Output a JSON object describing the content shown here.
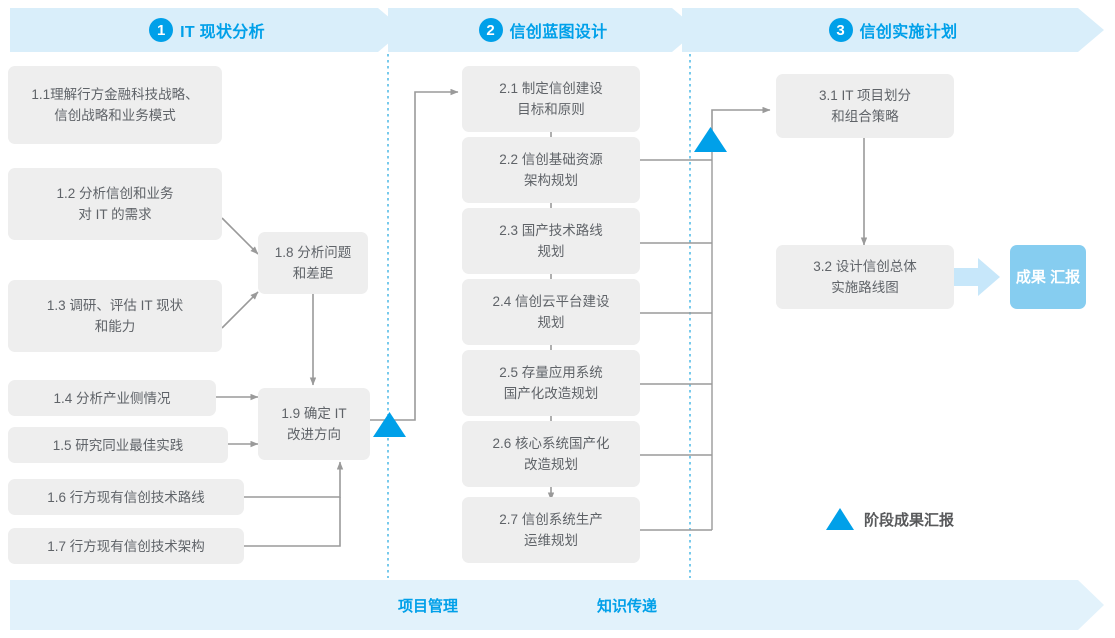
{
  "diagram": {
    "title_implicit": "",
    "colors": {
      "accent_blue": "#00a0e9",
      "band_fill": "#d9eefa",
      "node_fill": "#eeeeee",
      "node_text": "#5f6368",
      "result_fill": "#86cdf0",
      "connector": "#9a9a9a",
      "divider": "#3fb3e3"
    }
  },
  "phases": [
    {
      "number": "1",
      "label": "IT 现状分析"
    },
    {
      "number": "2",
      "label": "信创蓝图设计"
    },
    {
      "number": "3",
      "label": "信创实施计划"
    }
  ],
  "nodes": {
    "n11": "1.1理解行方金融科技战略、信创战略和业务模式",
    "n11_l1": "1.1理解行方金融科技战略、",
    "n11_l2": "信创战略和业务模式",
    "n12_l1": "1.2 分析信创和业务",
    "n12_l2": "对 IT 的需求",
    "n13_l1": "1.3 调研、评估 IT 现状",
    "n13_l2": "和能力",
    "n14": "1.4 分析产业侧情况",
    "n15": "1.5 研究同业最佳实践",
    "n16": "1.6 行方现有信创技术路线",
    "n17": "1.7 行方现有信创技术架构",
    "n18_l1": "1.8 分析问题",
    "n18_l2": "和差距",
    "n19_l1": "1.9 确定 IT",
    "n19_l2": "改进方向",
    "n21_l1": "2.1 制定信创建设",
    "n21_l2": "目标和原则",
    "n22_l1": "2.2 信创基础资源",
    "n22_l2": "架构规划",
    "n23_l1": "2.3 国产技术路线",
    "n23_l2": "规划",
    "n24_l1": "2.4 信创云平台建设",
    "n24_l2": "规划",
    "n25_l1": "2.5 存量应用系统",
    "n25_l2": "国产化改造规划",
    "n26_l1": "2.6 核心系统国产化",
    "n26_l2": "改造规划",
    "n27_l1": "2.7 信创系统生产",
    "n27_l2": "运维规划",
    "n31_l1": "3.1 IT 项目划分",
    "n31_l2": "和组合策略",
    "n32_l1": "3.2 设计信创总体",
    "n32_l2": "实施路线图"
  },
  "result": {
    "line1": "成果",
    "line2": "汇报"
  },
  "legend": {
    "label": "阶段成果汇报",
    "icon": "triangle-up-icon"
  },
  "bottom_band": {
    "left_label": "项目管理",
    "right_label": "知识传递"
  }
}
